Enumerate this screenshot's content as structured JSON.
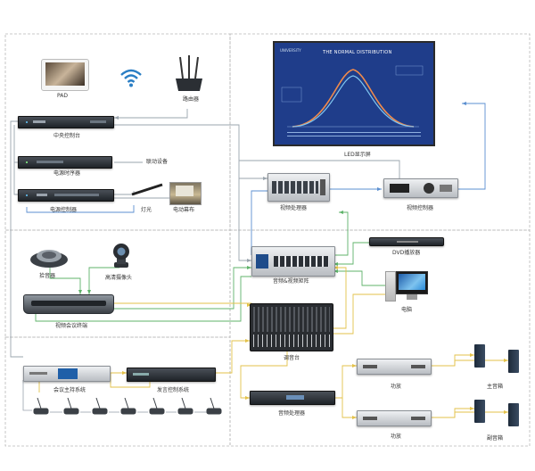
{
  "labels": {
    "pad": "PAD",
    "router": "路由器",
    "central_control": "中央控制台",
    "power_sequencer": "电源时序器",
    "linked_device": "联动设备",
    "power_controller": "电源控制器",
    "lighting": "灯光",
    "projection_screen": "电动幕布",
    "led_display": "LED显示屏",
    "video_processor": "视频处理器",
    "video_controller": "视频控制器",
    "omni_mic": "拾音器",
    "hd_camera": "高清摄像头",
    "video_conference_terminal": "视频会议终端",
    "av_matrix": "音频&视频矩阵",
    "dvd_player": "DVD播放器",
    "computer": "电脑",
    "mixer": "调音台",
    "conference_host": "会议主持系统",
    "speech_controller": "发言控制系统",
    "audio_processor": "音频处理器",
    "amplifier_1": "功放",
    "amplifier_2": "功放",
    "main_speaker": "主音箱",
    "aux_speaker": "副音箱"
  },
  "screen": {
    "title": "THE NORMAL DISTRIBUTION",
    "brand": "UNIVERSITY"
  },
  "colors": {
    "wire_gray": "#9aa4ad",
    "wire_blue": "#5b8fd0",
    "wire_green": "#5fb36a",
    "wire_yellow": "#e3c24a",
    "section_border": "#b8b8b8",
    "screen_blue": "#1f3d8a"
  }
}
